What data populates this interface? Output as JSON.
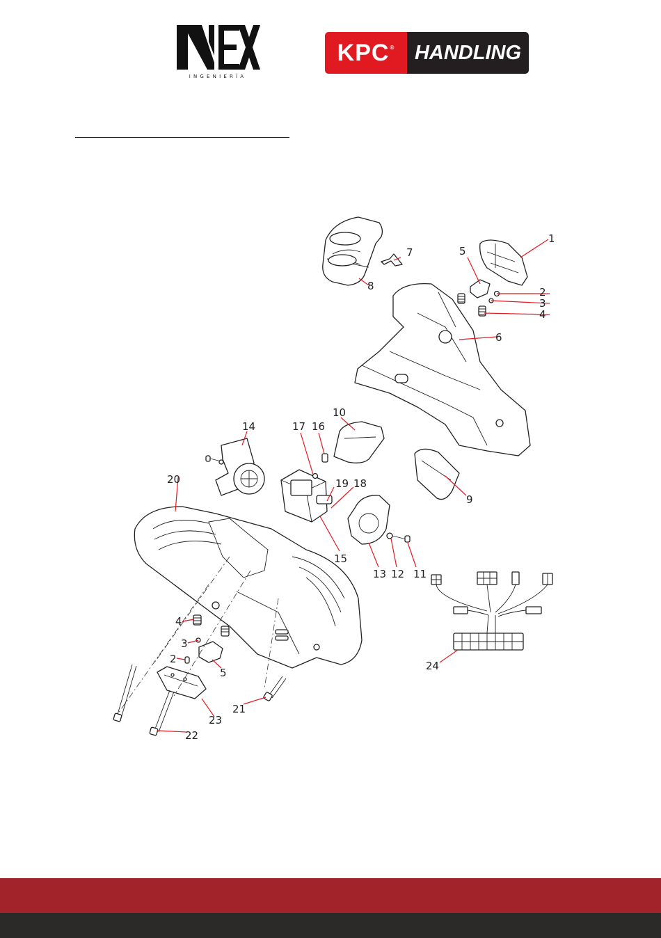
{
  "header": {
    "nex_logo_text": "NEX",
    "nex_subtitle": "INGENIERÍA",
    "kpc_left": "KPC",
    "kpc_registered": "®",
    "kpc_right": "HANDLING"
  },
  "colors": {
    "brand_red": "#e11a22",
    "footer_red": "#a3232b",
    "footer_dark": "#2b2a29"
  },
  "diagram": {
    "part_labels": [
      "1",
      "2",
      "3",
      "4",
      "5",
      "6",
      "7",
      "8",
      "10",
      "9",
      "14",
      "17",
      "16",
      "20",
      "19",
      "18",
      "15",
      "13",
      "12",
      "11",
      "24",
      "4",
      "3",
      "2",
      "5",
      "21",
      "23",
      "22"
    ]
  }
}
